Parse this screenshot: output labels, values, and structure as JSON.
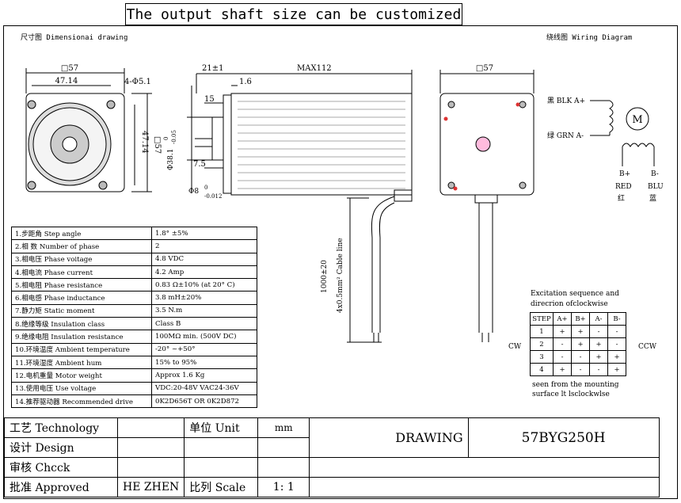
{
  "header": {
    "title": "The output shaft size can be customized"
  },
  "dimensional": {
    "title": "尺寸图 Dimensionai drawing",
    "front_square": "□57",
    "front_hole_span": "47.14",
    "front_holes": "4-Φ5.1",
    "front_side_square": "□57",
    "front_side_span": "47.14",
    "side_boss": "21±1",
    "side_max": "MAX112",
    "side_flange": "1.6",
    "side_shaft_len": "15",
    "side_flat": "7.5",
    "side_boss_dia": "Φ38.1",
    "side_boss_tol_top": "0",
    "side_boss_tol_bot": "-0.05",
    "side_shaft_dia": "Φ8",
    "side_shaft_tol_top": "0",
    "side_shaft_tol_bot": "-0.012",
    "cable_len": "1000±20",
    "cable_spec": "4x0.5mm² Cable line",
    "rear_square": "□57"
  },
  "wiring": {
    "title": "绕线图 Wiring Diagram",
    "a_plus": "黑 BLK A+",
    "a_minus": "绿 GRN A-",
    "motor": "M",
    "b_plus": "B+",
    "b_plus_color": "RED",
    "b_plus_cn": "红",
    "b_minus": "B-",
    "b_minus_color": "BLU",
    "b_minus_cn": "蓝"
  },
  "specs": [
    [
      "1.步距角 Step angle",
      "1.8° ±5%"
    ],
    [
      "2.相  数 Number of phase",
      "2"
    ],
    [
      "3.相电压 Phase voitage",
      "4.8 VDC"
    ],
    [
      "4.相电流 Phase current",
      "4.2 Amp"
    ],
    [
      "5.相电阻 Phase resistance",
      "0.83 Ω±10% (at 20° C)"
    ],
    [
      "6.相电感 Phase inductance",
      "3.8 mH±20%"
    ],
    [
      "7.静力矩 Static moment",
      "3.5 N.m"
    ],
    [
      "8.绝缘等级 Insulation class",
      "Class B"
    ],
    [
      "9.绝缘电阻 Insulation resistance",
      "100MΩ min. (500V DC)"
    ],
    [
      "10.环境温度 Ambient temperature",
      "-20° ~+50°"
    ],
    [
      "11.环境湿度 Ambient hum",
      "15% to 95%"
    ],
    [
      "12.电机重量 Motor weight",
      "Approx 1.6 Kg"
    ],
    [
      "13.使用电压 Use voltage",
      "VDC:20-48V VAC24-36V"
    ],
    [
      "14.推荐驱动器 Recommended drive",
      "0K2D656T OR 0K2D872"
    ]
  ],
  "excitation": {
    "title1": "Excitation sequence and",
    "title2": "direcrion ofclockwise",
    "headers": [
      "STEP",
      "A+",
      "B+",
      "A-",
      "B-"
    ],
    "rows": [
      [
        "1",
        "+",
        "+",
        "-",
        "-"
      ],
      [
        "2",
        "-",
        "+",
        "+",
        "-"
      ],
      [
        "3",
        "-",
        "-",
        "+",
        "+"
      ],
      [
        "4",
        "+",
        "-",
        "-",
        "+"
      ]
    ],
    "cw": "CW",
    "ccw": "CCW",
    "note1": "seen from the mounting",
    "note2": "surface lt lsclockwlse"
  },
  "titleblock": {
    "technology": "工艺 Technology",
    "design": "设计 Design",
    "check": "审核 Chcck",
    "approved": "批准 Approved",
    "approver": "HE ZHEN",
    "unit_label": "单位 Unit",
    "unit_value": "mm",
    "scale_label": "比列 Scale",
    "scale_value": "1: 1",
    "drawing": "DRAWING",
    "model": "57BYG250H"
  }
}
